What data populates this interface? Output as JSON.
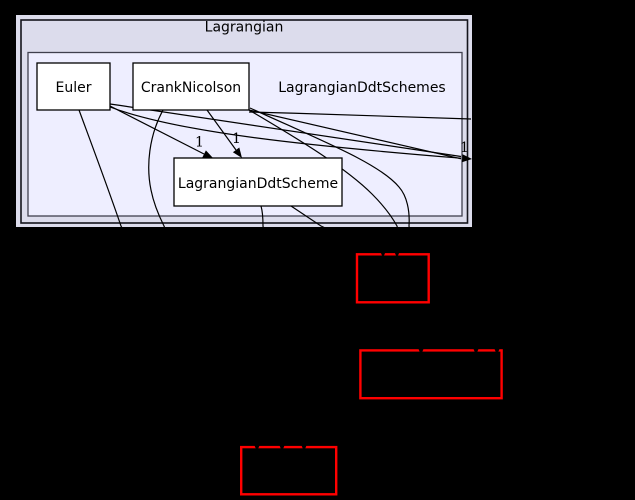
{
  "graph": {
    "outer_cluster": {
      "title": "Lagrangian"
    },
    "inner_cluster": {
      "label": "LagrangianDdtSchemes"
    },
    "nodes": [
      {
        "id": "euler",
        "label": "Euler"
      },
      {
        "id": "crank-nicolson",
        "label": "CrankNicolson"
      },
      {
        "id": "lagrangian-ddt-scheme",
        "label": "LagrangianDdtScheme"
      }
    ],
    "truncated_red_nodes_count": 3,
    "edge_labels": [
      {
        "id": "euler-to-ddt-scheme",
        "text": "1"
      },
      {
        "id": "crank-nicolson-to-ddt-scheme",
        "text": "1"
      },
      {
        "id": "to-external-right",
        "text": "1"
      }
    ],
    "colors": {
      "background": "#000000",
      "outer_cluster_fill": "#dcdcec",
      "inner_cluster_fill": "#eeeeff",
      "node_fill": "#ffffff",
      "node_border": "#000000",
      "edge": "#000000",
      "red_node_border": "#ff0000"
    }
  }
}
